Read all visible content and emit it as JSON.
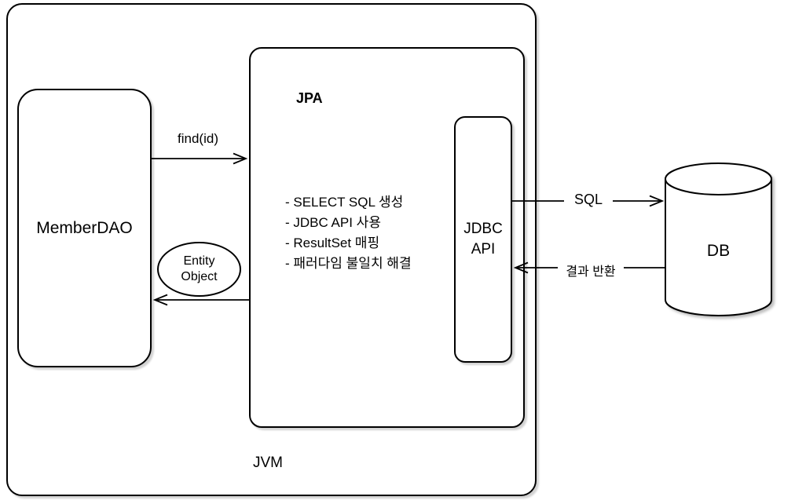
{
  "diagram": {
    "outer": {
      "label": "JVM"
    },
    "member_dao": {
      "label": "MemberDAO"
    },
    "jpa": {
      "title": "JPA",
      "bullets": [
        "- SELECT SQL 생성",
        "- JDBC API 사용",
        "- ResultSet 매핑",
        "- 패러다임 불일치 해결"
      ]
    },
    "jdbc_api": {
      "line1": "JDBC",
      "line2": "API"
    },
    "db": {
      "label": "DB"
    },
    "entity_object": {
      "line1": "Entity",
      "line2": "Object"
    },
    "arrows": {
      "find": {
        "label": "find(id)",
        "from": "MemberDAO",
        "to": "JPA"
      },
      "entity_return": {
        "label": "",
        "from": "JPA",
        "to": "MemberDAO"
      },
      "sql": {
        "label": "SQL",
        "from": "JDBC API",
        "to": "DB"
      },
      "result_return": {
        "label": "결과 반환",
        "from": "DB",
        "to": "JDBC API"
      }
    },
    "colors": {
      "stroke": "#000000",
      "fill": "#ffffff",
      "shadow": "rgba(0,0,0,0.18)"
    }
  }
}
